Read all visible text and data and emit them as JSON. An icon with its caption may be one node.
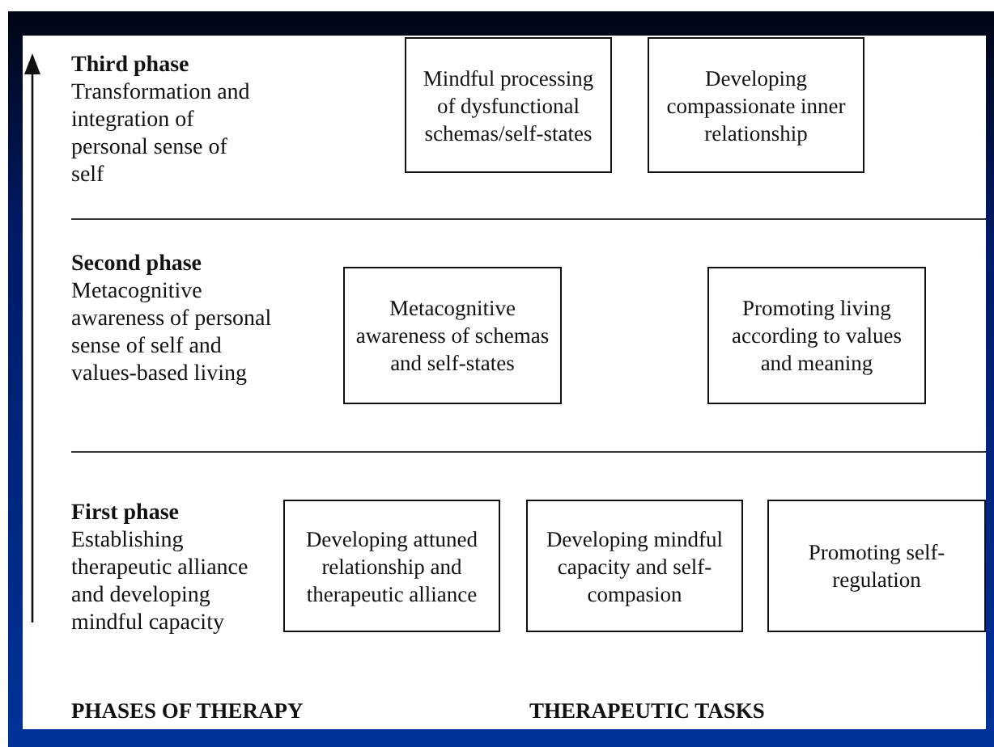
{
  "diagram": {
    "nodes": [
      {
        "text": [
          "Mindful processing of dysfunctional schemas/self-states"
        ]
      },
      {
        "text": [
          "Developing compassionate inner relationship"
        ]
      },
      {
        "text": [
          "Metacognitive awareness of schemas and self-states"
        ]
      },
      {
        "text": [
          "Promoting living according to values and meaning"
        ]
      },
      {
        "text": [
          "Developing attuned relationship and therapeutic alliance"
        ]
      },
      {
        "text": [
          "Developing mindful capacity and self-compasion"
        ]
      },
      {
        "text": [
          "Promoting self-regulation"
        ]
      }
    ],
    "edges": [],
    "labels": [
      "Third phase",
      "Transformation and integration of personal sense of self",
      "Second phase",
      "Metacognitive awareness of personal sense of self and values-based living",
      "First phase",
      "Establishing therapeutic alliance and developing mindful capacity",
      "PHASES OF THERAPY",
      "THERAPEUTIC TASKS"
    ]
  }
}
